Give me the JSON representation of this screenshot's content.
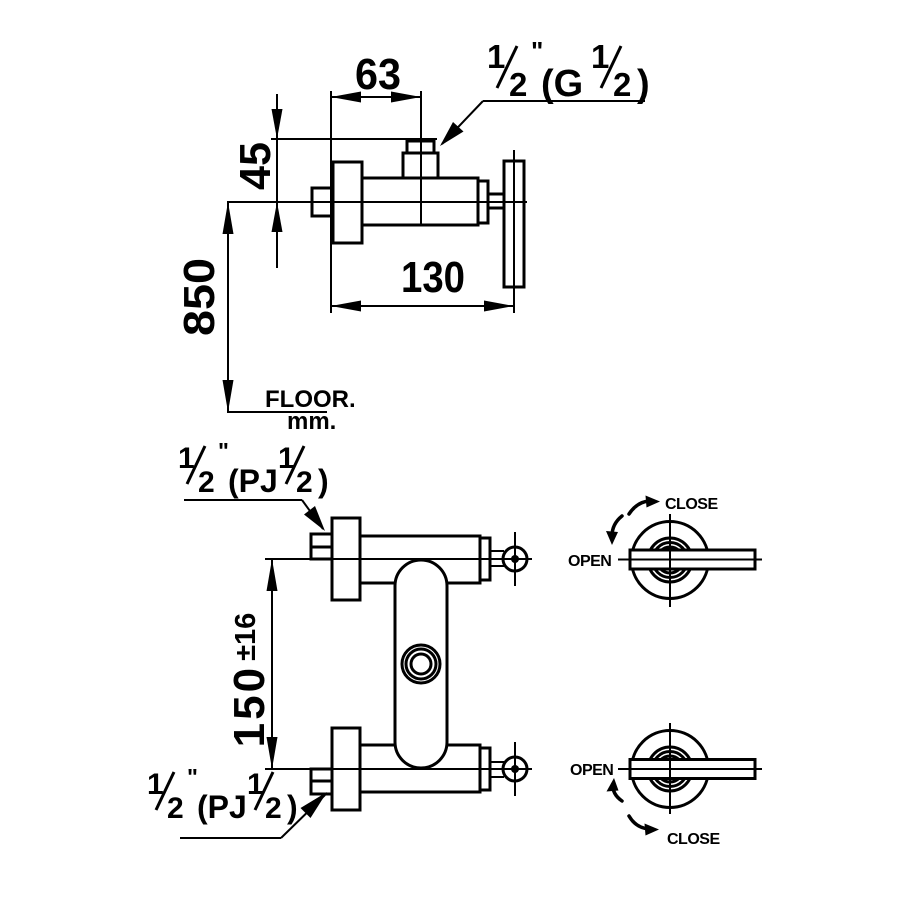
{
  "drawing": {
    "background": "#ffffff",
    "line_color": "#000000",
    "description": "faucet / stop valve installation dimension drawing"
  },
  "side_view": {
    "dim_top_width": "63",
    "dim_inlet_drop": "45",
    "dim_floor_height": "850",
    "dim_body_length": "130",
    "floor_label": "FLOOR.",
    "unit_label": "mm.",
    "top_inlet_label": {
      "num1": "1",
      "den1": "2",
      "inch": "\"",
      "mid": "(G",
      "num2": "1",
      "den2": "2",
      "end": ")"
    }
  },
  "front_view": {
    "dim_inlet_spacing": "150",
    "dim_inlet_spacing_tol": "±16",
    "inlet_label_top": {
      "num1": "1",
      "den1": "2",
      "inch": "\"",
      "mid": "(PJ",
      "num2": "1",
      "den2": "2",
      "end": ")"
    },
    "inlet_label_bottom": {
      "num1": "1",
      "den1": "2",
      "inch": "\"",
      "mid": "(PJ",
      "num2": "1",
      "den2": "2",
      "end": ")"
    }
  },
  "handle_diagram_top": {
    "close_label": "CLOSE",
    "open_label": "OPEN"
  },
  "handle_diagram_bottom": {
    "open_label": "OPEN",
    "close_label": "CLOSE"
  }
}
